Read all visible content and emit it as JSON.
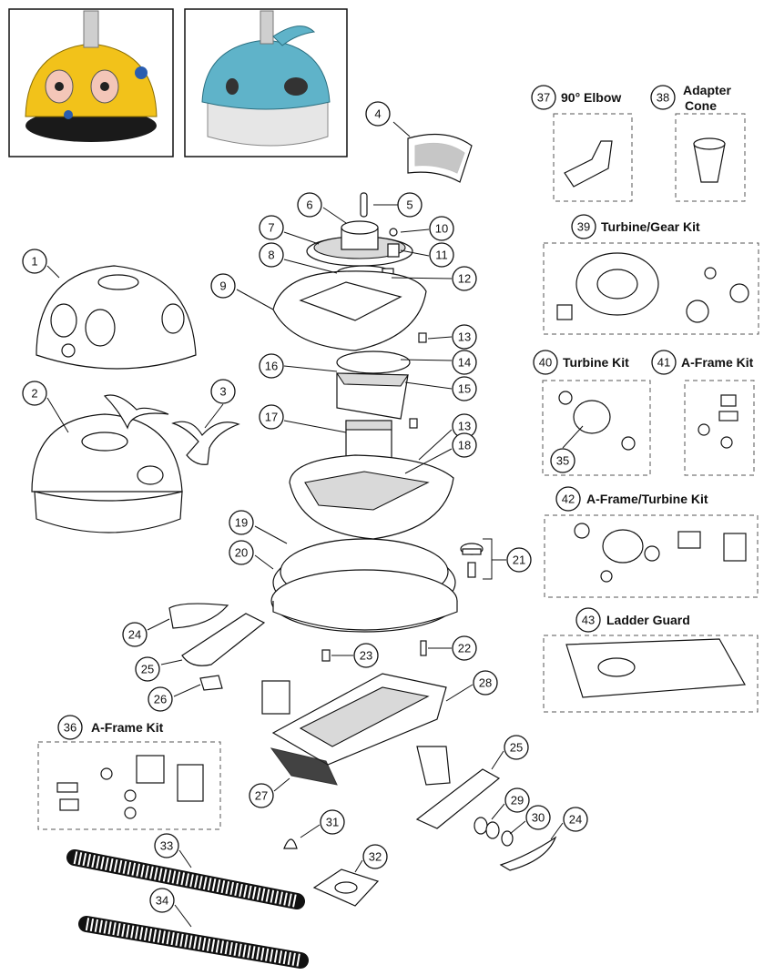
{
  "photos": [
    {
      "name": "yellow-cleaner-photo",
      "body_color": "#f2c21a",
      "base_color": "#1a1a1a"
    },
    {
      "name": "blue-whale-cleaner-photo",
      "body_color": "#5fb3c9",
      "base_color": "#e6e6e6"
    }
  ],
  "parts": [
    {
      "num": "1"
    },
    {
      "num": "2"
    },
    {
      "num": "3"
    },
    {
      "num": "4"
    },
    {
      "num": "5"
    },
    {
      "num": "6"
    },
    {
      "num": "7"
    },
    {
      "num": "8"
    },
    {
      "num": "9"
    },
    {
      "num": "10"
    },
    {
      "num": "11"
    },
    {
      "num": "12"
    },
    {
      "num": "13"
    },
    {
      "num": "14"
    },
    {
      "num": "15"
    },
    {
      "num": "16"
    },
    {
      "num": "17"
    },
    {
      "num": "13"
    },
    {
      "num": "18"
    },
    {
      "num": "19"
    },
    {
      "num": "20"
    },
    {
      "num": "21"
    },
    {
      "num": "22"
    },
    {
      "num": "23"
    },
    {
      "num": "24"
    },
    {
      "num": "25"
    },
    {
      "num": "26"
    },
    {
      "num": "28"
    },
    {
      "num": "27"
    },
    {
      "num": "25"
    },
    {
      "num": "29"
    },
    {
      "num": "30"
    },
    {
      "num": "24"
    },
    {
      "num": "31"
    },
    {
      "num": "32"
    },
    {
      "num": "33"
    },
    {
      "num": "34"
    },
    {
      "num": "35"
    }
  ],
  "kits": [
    {
      "num": "37",
      "title": "90° Elbow"
    },
    {
      "num": "38",
      "title": "Adapter",
      "title2": "Cone"
    },
    {
      "num": "39",
      "title": "Turbine/Gear Kit"
    },
    {
      "num": "40",
      "title": "Turbine Kit"
    },
    {
      "num": "41",
      "title": "A-Frame Kit"
    },
    {
      "num": "42",
      "title": "A-Frame/Turbine Kit"
    },
    {
      "num": "43",
      "title": "Ladder Guard"
    },
    {
      "num": "36",
      "title": "A-Frame Kit"
    }
  ]
}
